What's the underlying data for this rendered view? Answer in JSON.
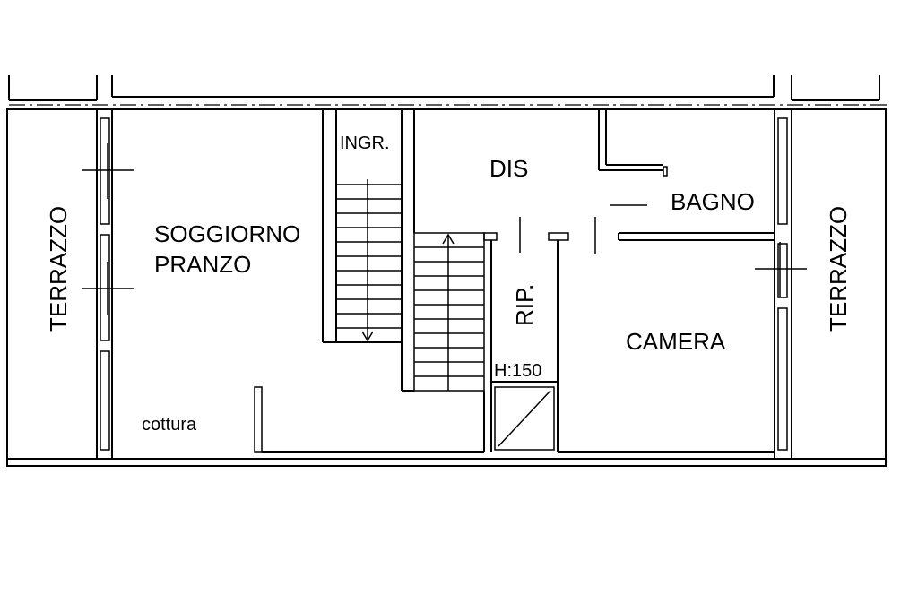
{
  "rooms": {
    "terrazzo_left": "TERRAZZO",
    "soggiorno": "SOGGIORNO",
    "pranzo": "PRANZO",
    "ingresso": "INGR.",
    "disimpegno": "DIS",
    "bagno": "BAGNO",
    "ripostiglio": "RIP.",
    "altezza": "H:150",
    "camera": "CAMERA",
    "cottura": "cottura",
    "terrazzo_right": "TERRAZZO"
  },
  "colors": {
    "line": "#000000",
    "background": "#ffffff"
  }
}
